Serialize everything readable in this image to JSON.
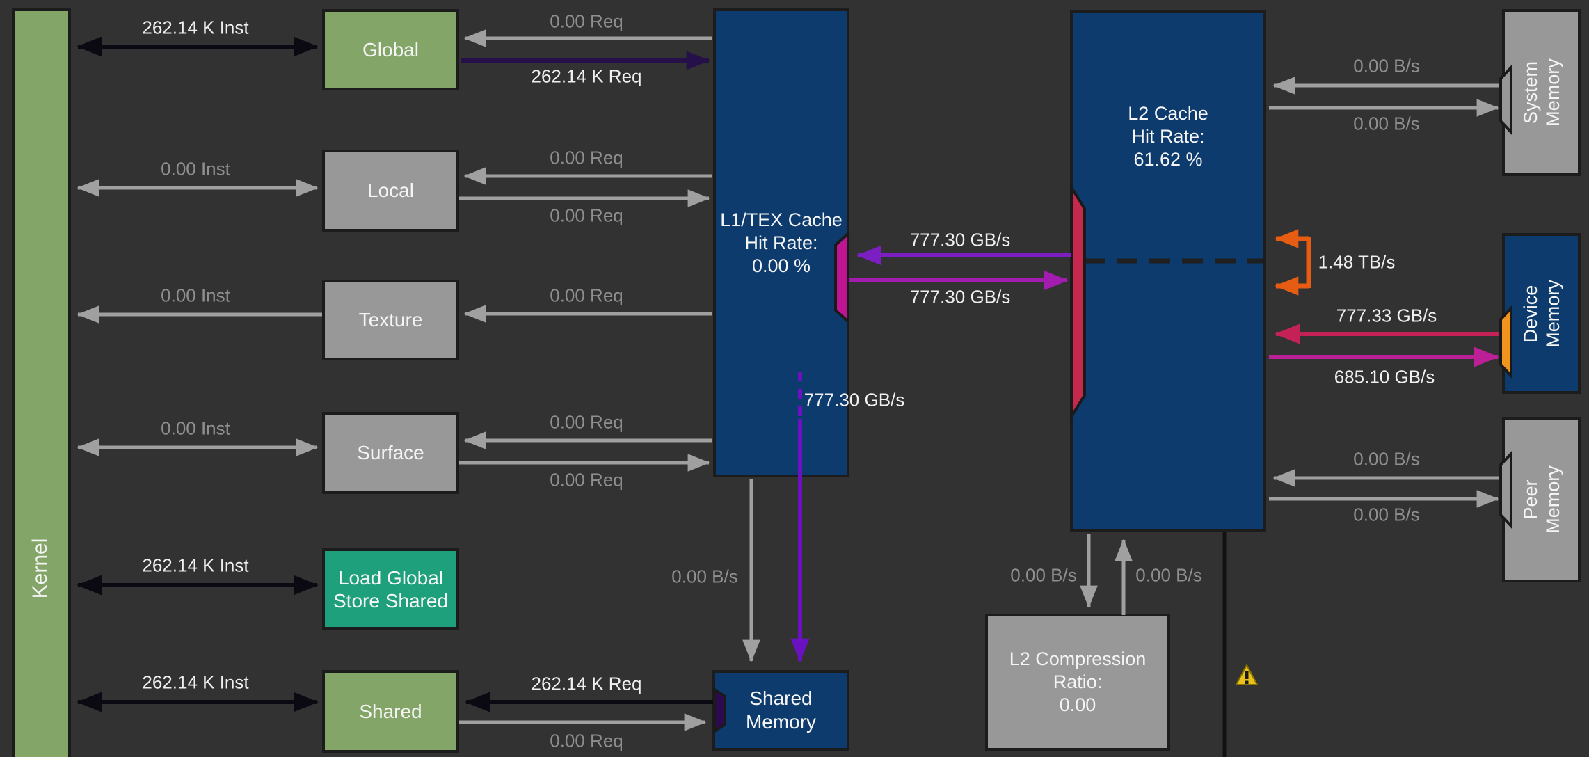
{
  "palette": {
    "background": "#323232",
    "kernel_green": "#83a567",
    "teal_green": "#1fa07c",
    "gray_box": "#989898",
    "navy_box": "#0d3b6e",
    "border": "#1c1c1c",
    "gray_arrow": "#a0a0a0",
    "gray_label": "#8f8f8f",
    "black_arrow": "#0b0a12",
    "dark_violet_arrow": "#251049",
    "purple_arrow": "#7b1fc2",
    "magenta_purple_arrow": "#a21cb0",
    "violet_arrow": "#6a11c0",
    "crimson_arrow": "#c42257",
    "magenta_arrow": "#bc2097",
    "orange_arrow": "#e55c12",
    "red_port": "#c52a4e",
    "magenta_port": "#bf1593",
    "orange_port": "#f0941e",
    "shared_port": "#2d0a50",
    "warning_yellow": "#e8c21a"
  },
  "icons": {
    "warning": "warning-triangle"
  },
  "nodes": {
    "kernel": {
      "label": "Kernel"
    },
    "global": {
      "label": "Global"
    },
    "local": {
      "label": "Local"
    },
    "texture": {
      "label": "Texture"
    },
    "surface": {
      "label": "Surface"
    },
    "lgss": {
      "line1": "Load Global",
      "line2": "Store Shared"
    },
    "shared": {
      "label": "Shared"
    },
    "l1": {
      "line1": "L1/TEX Cache",
      "line2": "Hit Rate:",
      "line3": "0.00 %"
    },
    "shared_memory": {
      "label": "Shared Memory"
    },
    "l2": {
      "line1": "L2 Cache",
      "line2": "Hit Rate:",
      "line3": "61.62 %"
    },
    "l2_compression": {
      "line1": "L2 Compression",
      "line2": "Ratio:",
      "line3": "0.00"
    },
    "system_memory": {
      "line1": "System",
      "line2": "Memory"
    },
    "device_memory": {
      "line1": "Device",
      "line2": "Memory"
    },
    "peer_memory": {
      "line1": "Peer",
      "line2": "Memory"
    }
  },
  "flows": {
    "kernel_global": "262.14 K Inst",
    "kernel_local": "0.00 Inst",
    "kernel_texture": "0.00 Inst",
    "kernel_surface": "0.00 Inst",
    "kernel_lgss": "262.14 K Inst",
    "kernel_shared": "262.14 K Inst",
    "l1_to_global": "0.00 Req",
    "global_to_l1": "262.14 K Req",
    "l1_to_local": "0.00 Req",
    "local_to_l1": "0.00 Req",
    "l1_to_texture": "0.00 Req",
    "l1_to_surface": "0.00 Req",
    "surface_to_l1": "0.00 Req",
    "shmem_to_shared": "262.14 K Req",
    "shared_to_shmem": "0.00 Req",
    "l2_to_l1": "777.30 GB/s",
    "l1_to_l2": "777.30 GB/s",
    "l1_to_shmem": "777.30 GB/s",
    "l1_to_shmem_zero": "0.00 B/s",
    "l2_to_sysmem": "0.00 B/s",
    "sysmem_to_l2": "0.00 B/s",
    "devmem_total": "1.48 TB/s",
    "devmem_to_l2": "777.33 GB/s",
    "l2_to_devmem": "685.10 GB/s",
    "l2_to_peer": "0.00 B/s",
    "peer_to_l2": "0.00 B/s",
    "l2_to_compression": "0.00 B/s",
    "compression_to_l2": "0.00 B/s"
  }
}
